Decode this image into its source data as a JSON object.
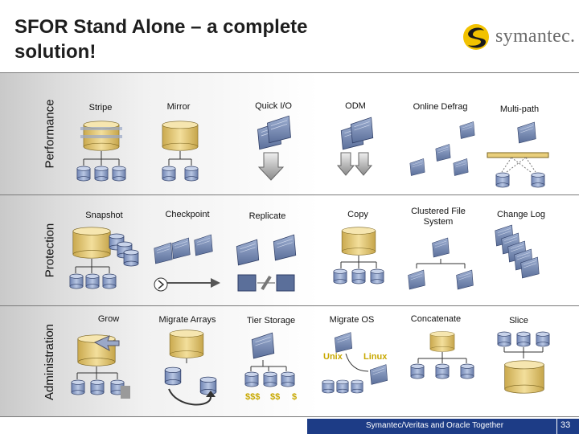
{
  "title": "SFOR Stand Alone – a complete solution!",
  "logo": {
    "text": "symantec.",
    "icon": "symantec-swirl-icon"
  },
  "rows": [
    {
      "label": "Performance",
      "cells": [
        "Stripe",
        "Mirror",
        "Quick I/O",
        "ODM",
        "Online Defrag",
        "Multi-path"
      ]
    },
    {
      "label": "Protection",
      "cells": [
        "Snapshot",
        "Checkpoint",
        "Replicate",
        "Copy",
        "Clustered File System",
        "Change Log"
      ]
    },
    {
      "label": "Administration",
      "cells": [
        "Grow",
        "Migrate Arrays",
        "Tier Storage",
        "Migrate OS",
        "Concatenate",
        "Slice"
      ]
    }
  ],
  "tier_costs": [
    "$$$",
    "$$",
    "$"
  ],
  "os": {
    "from": "Unix",
    "to": "Linux"
  },
  "footer": {
    "text": "Symantec/Veritas and Oracle Together",
    "page": "33"
  },
  "colors": {
    "disk": "#e9cf7c",
    "disk_dark": "#b89a3a",
    "file": "#5b6f9a",
    "file_light": "#8ea0c4",
    "footer_bar": "#1d3c86",
    "money": "#c8a800"
  }
}
